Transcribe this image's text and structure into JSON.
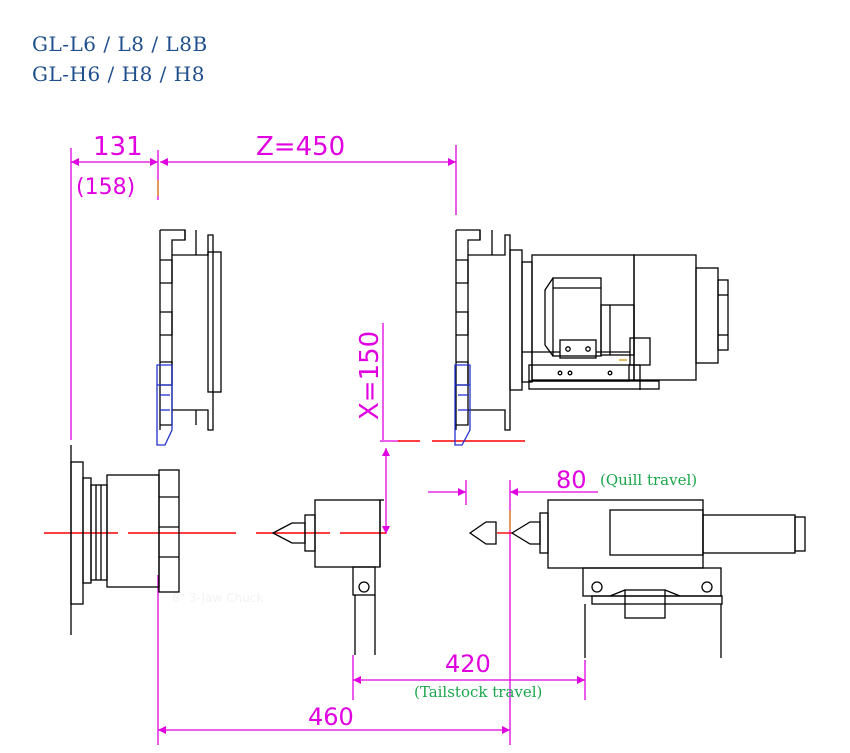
{
  "title": {
    "line1": "GL-L6 / L8 / L8B",
    "line2": "GL-H6 / H8 / H8"
  },
  "dimensions": {
    "spindle_offset": "131",
    "spindle_offset_alt": "(158)",
    "z_travel": "Z=450",
    "x_travel": "X=150",
    "quill": "80",
    "quill_note": "(Quill travel)",
    "tailstock": "420",
    "tailstock_note": "(Tailstock travel)",
    "overall": "460"
  },
  "faint_label": "8\" 3-Jaw Chuck",
  "colors": {
    "dimension": "#e000e0",
    "centerline": "#ff0000",
    "title": "#1f4e8c",
    "note": "#1aa64a",
    "tool": "#2233cc",
    "drawing": "#000000"
  }
}
